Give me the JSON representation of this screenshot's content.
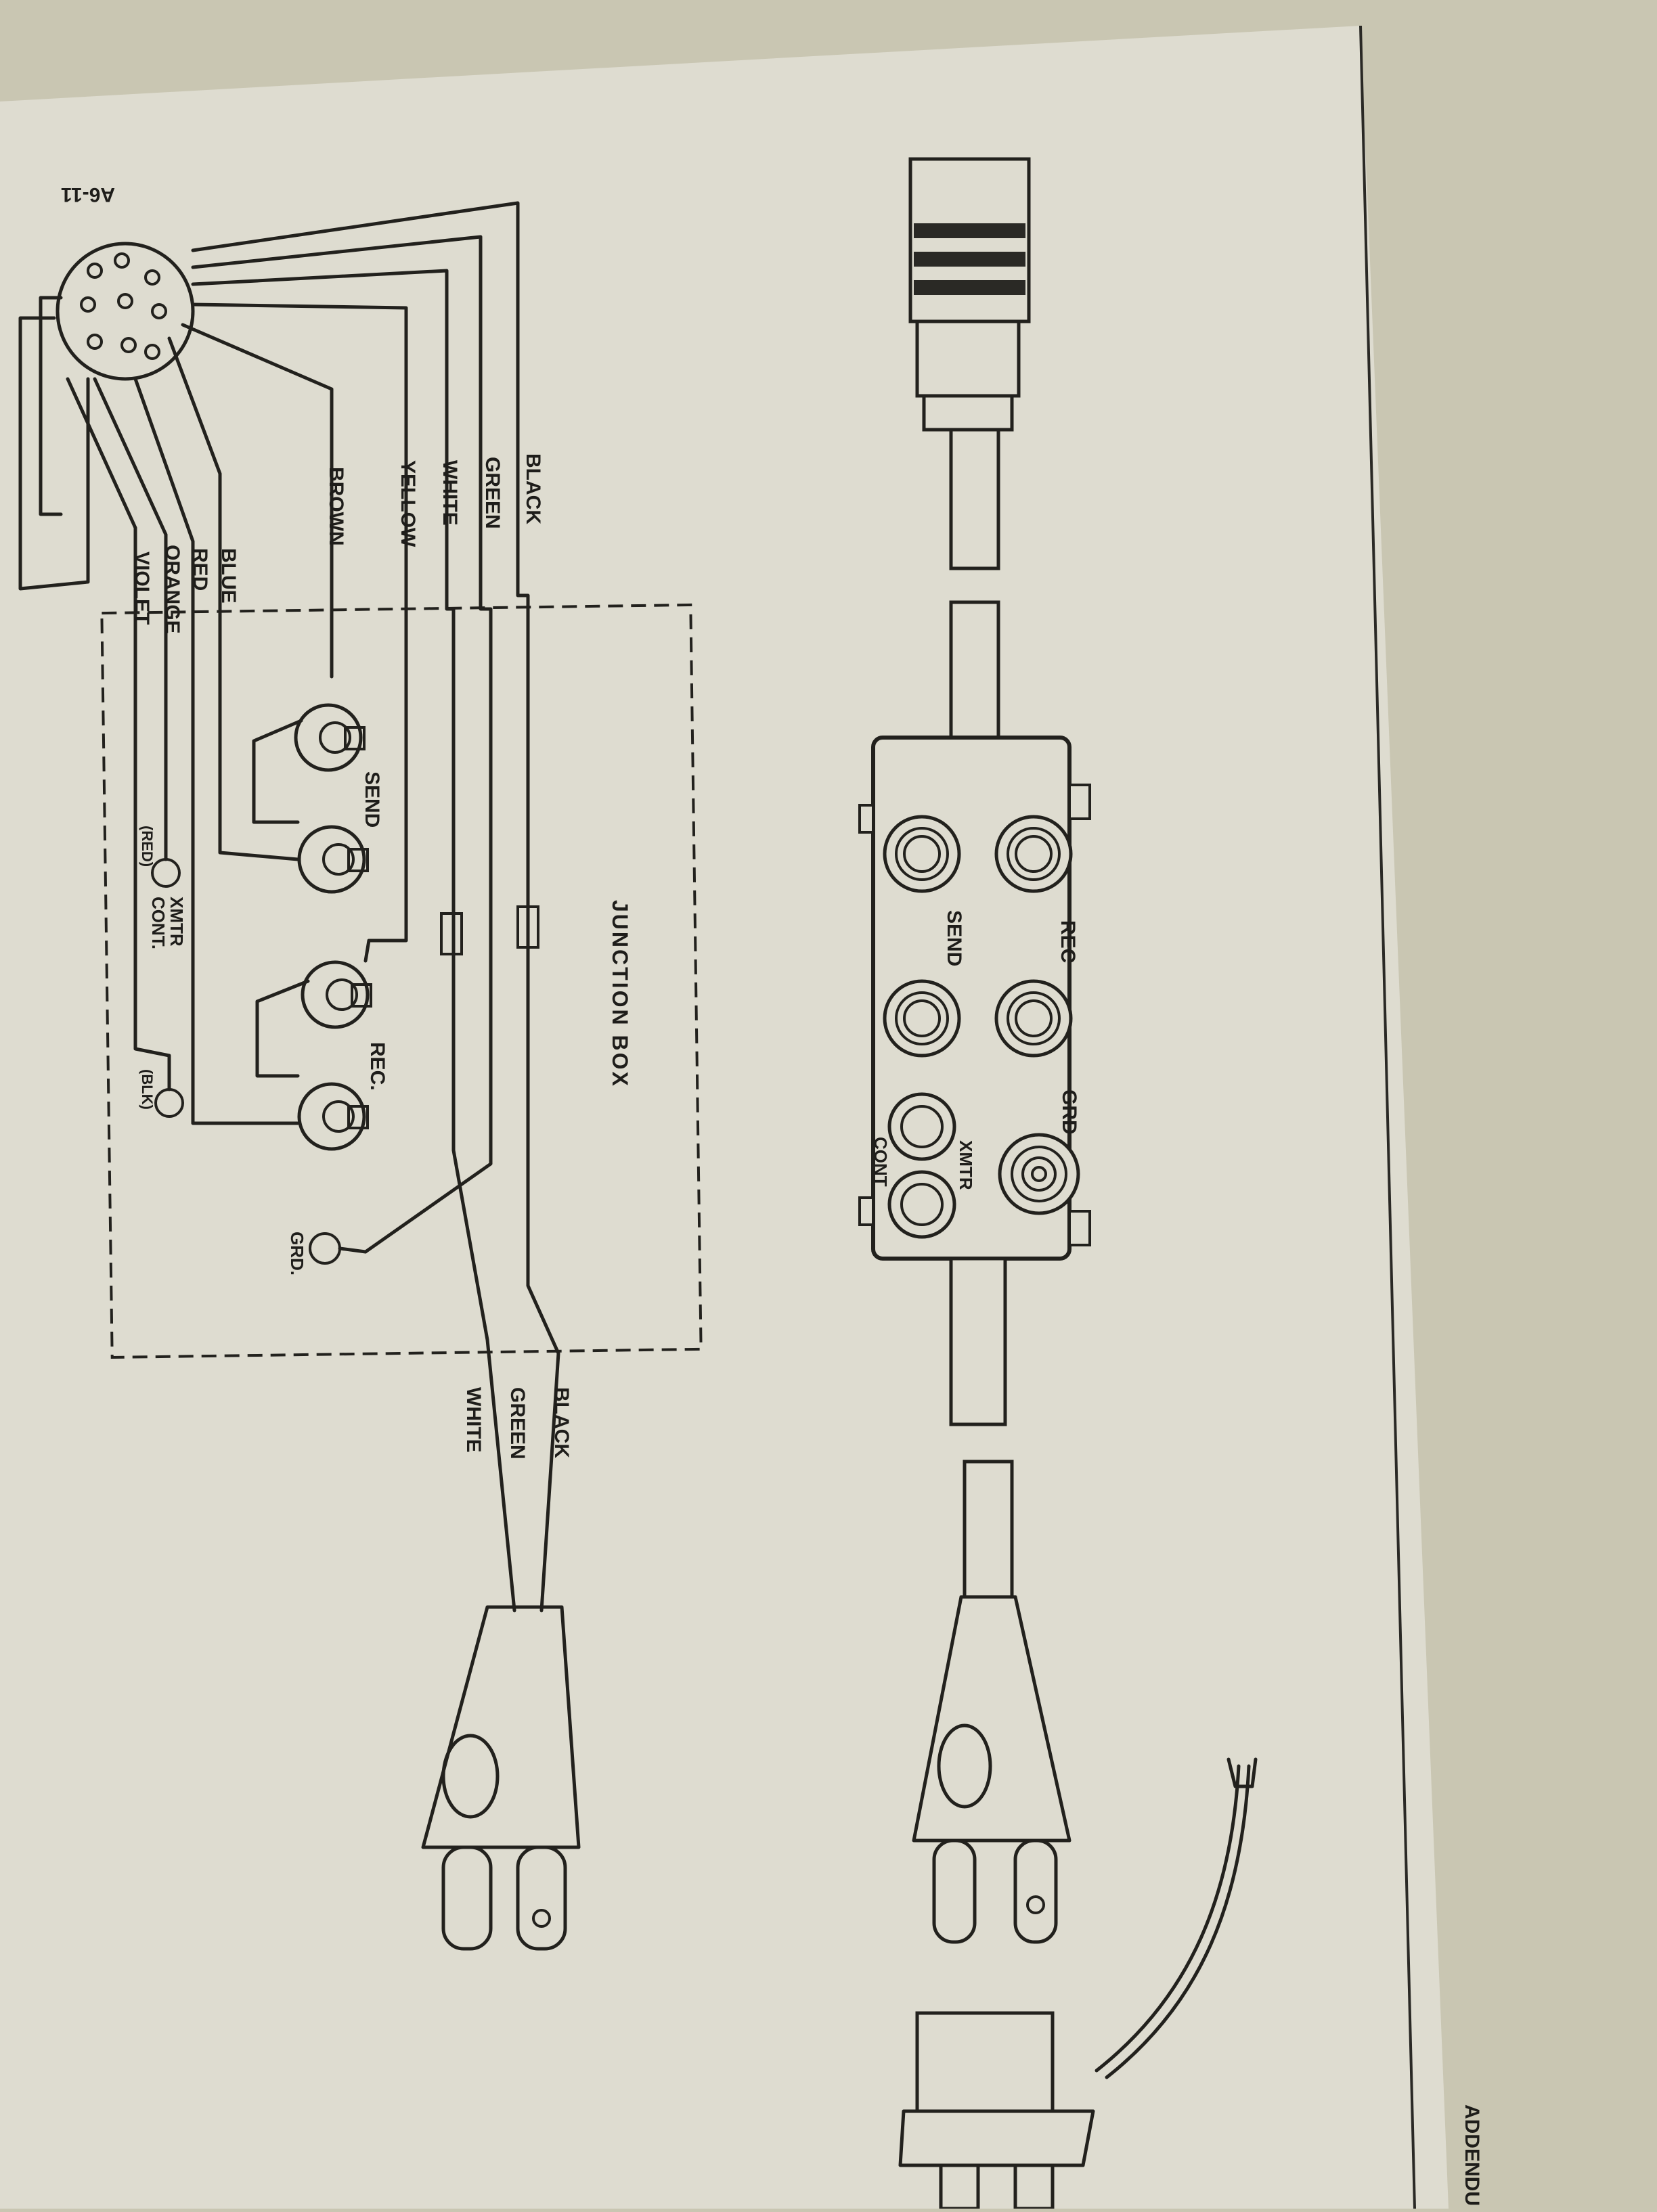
{
  "page_number": "A6-11",
  "corner_text": "ADDENDU",
  "schematic": {
    "wire_labels_top": [
      "BLACK",
      "GREEN",
      "WHITE",
      "YELLOW",
      "BROWN",
      "BLUE",
      "RED",
      "ORANGE",
      "VIOLET"
    ],
    "junction_box_label": "JUNCTION BOX",
    "send_label": "SEND",
    "rec_label": "REC.",
    "xmtr_label": "XMTR",
    "cont_label": "CONT.",
    "red_lug_label": "(RED)",
    "blk_lug_label": "(BLK)",
    "grd_label": "GRD.",
    "cord_labels": [
      "BLACK",
      "GREEN",
      "WHITE"
    ]
  },
  "box": {
    "rec_label": "REC",
    "send_label": "SEND",
    "grd_label": "GRD",
    "xmtr_label": "XMTR",
    "cont_label": "CONT"
  },
  "colors": {
    "paper": "#dedcd0",
    "ink": "#22211d",
    "background": "#c9c6b2"
  }
}
